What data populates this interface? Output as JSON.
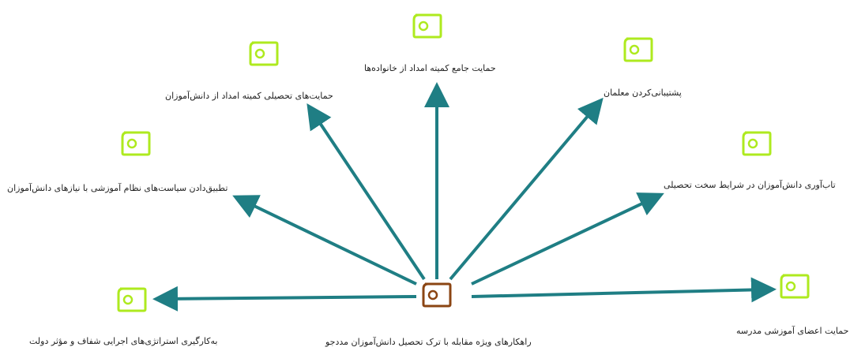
{
  "diagram": {
    "central": {
      "label": "راهکارهای ویژه مقابله با ترک تحصیل دانش‌آموزان مددجو",
      "icon": "code-node-icon",
      "color": "#8B4513"
    },
    "nodes": [
      {
        "id": "n1",
        "label": "حمایت جامع کمیته امداد از خانواده‌ها",
        "icon": "code-node-icon"
      },
      {
        "id": "n2",
        "label": "پشتیبانی‌کردن معلمان",
        "icon": "code-node-icon"
      },
      {
        "id": "n3",
        "label": "حمایت‌های تحصیلی کمیته امداد از دانش‌آموزان",
        "icon": "code-node-icon"
      },
      {
        "id": "n4",
        "label": "تطبیق‌دادن سیاست‌های نظام آموزشی با نیازهای دانش‌آموزان",
        "icon": "code-node-icon"
      },
      {
        "id": "n5",
        "label": "تاب‌آوری دانش‌آموزان در شرایط سخت تحصیلی",
        "icon": "code-node-icon"
      },
      {
        "id": "n6",
        "label": "به‌کارگیری استراتژی‌های اجرایی شفاف و مؤثر دولت",
        "icon": "code-node-icon"
      },
      {
        "id": "n7",
        "label": "حمایت اعضای آموزشی مدرسه",
        "icon": "code-node-icon"
      }
    ],
    "colors": {
      "arrow": "#1F7E84",
      "leaf_icon": "#AEEA1F",
      "central_icon": "#8B4513"
    }
  }
}
